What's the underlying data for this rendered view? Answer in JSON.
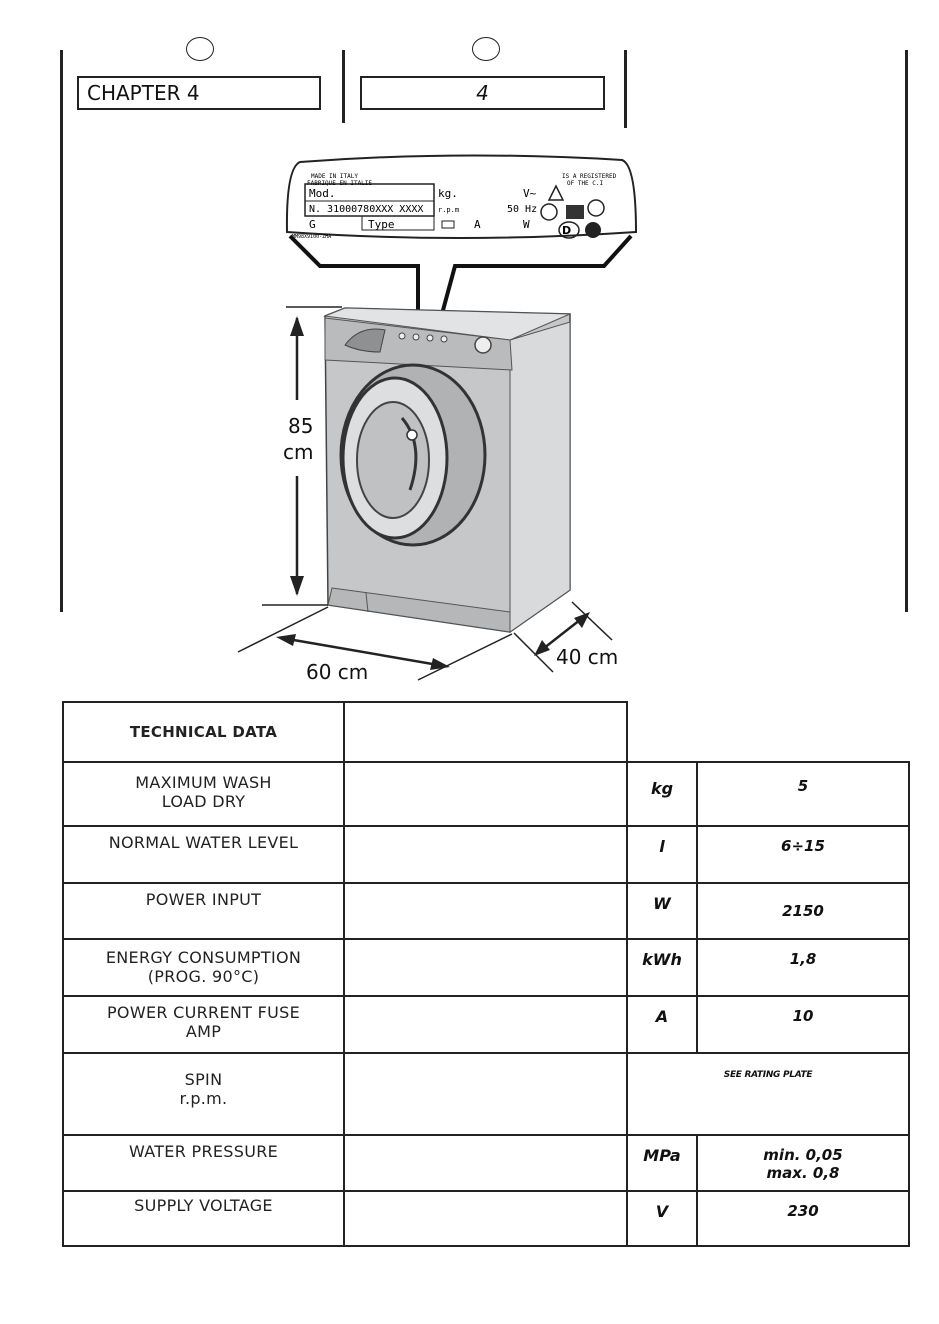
{
  "header": {
    "chapter_label": "CHAPTER 4",
    "chapter_number": "4"
  },
  "figure": {
    "plate": {
      "made_in": "MADE IN ITALY",
      "fabrique": "FABRIQUE EN ITALIE",
      "registered": "IS A REGISTERED",
      "registered2": "OF THE C.I",
      "mod": "Mod.",
      "kg": "kg.",
      "volt": "V~",
      "serial": "N. 31000780XXX XXXX",
      "rpm": "r.p.m",
      "hz": "50 Hz",
      "g": "G",
      "type": "Type",
      "a": "A",
      "w": "W",
      "code": "MM98X9100-ZHA"
    },
    "height_label_1": "85",
    "height_label_2": "cm",
    "width_label": "60 cm",
    "depth_label": "40 cm"
  },
  "table": {
    "header": "TECHNICAL DATA",
    "rows": [
      {
        "label1": "MAXIMUM WASH",
        "label2": "LOAD DRY",
        "unit": "kg",
        "value1": "5",
        "value2": ""
      },
      {
        "label1": "NORMAL WATER LEVEL",
        "label2": "",
        "unit": "l",
        "value1": "6÷15",
        "value2": ""
      },
      {
        "label1": "POWER INPUT",
        "label2": "",
        "unit": "W",
        "value1": "2150",
        "value2": ""
      },
      {
        "label1": "ENERGY CONSUMPTION",
        "label2": "(PROG. 90°C)",
        "unit": "kWh",
        "value1": "1,8",
        "value2": ""
      },
      {
        "label1": "POWER CURRENT FUSE",
        "label2": "AMP",
        "unit": "A",
        "value1": "10",
        "value2": ""
      },
      {
        "label1": "SPIN",
        "label2": "r.p.m.",
        "unit": "",
        "value1": "SEE RATING PLATE",
        "value2": ""
      },
      {
        "label1": "WATER PRESSURE",
        "label2": "",
        "unit": "MPa",
        "value1": "min. 0,05",
        "value2": "max. 0,8"
      },
      {
        "label1": "SUPPLY VOLTAGE",
        "label2": "",
        "unit": "V",
        "value1": "230",
        "value2": ""
      }
    ]
  }
}
